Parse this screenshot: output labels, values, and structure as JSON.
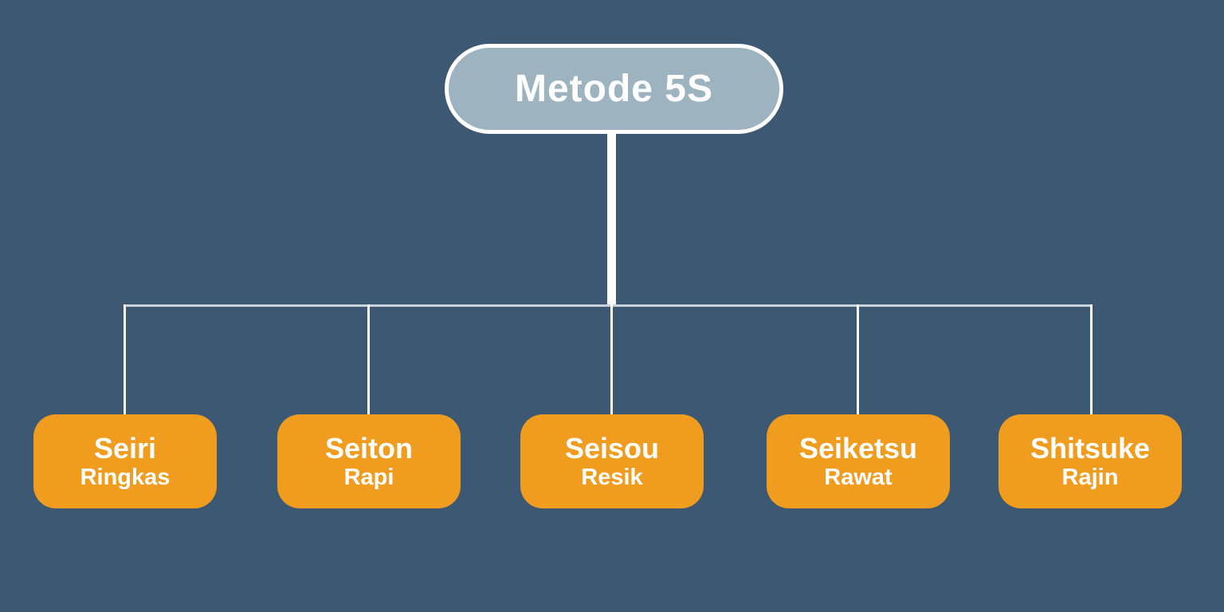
{
  "colors": {
    "background": "#3d5872",
    "node-fill": "#f09c1e",
    "root-fill": "#9db3c0",
    "line-strong": "#ffffff",
    "line-soft": "#c7d2da",
    "text": "#ffffff"
  },
  "diagram": {
    "root_label": "Metode 5S",
    "children": [
      {
        "name": "Seiri",
        "label": "Ringkas"
      },
      {
        "name": "Seiton",
        "label": "Rapi"
      },
      {
        "name": "Seisou",
        "label": "Resik"
      },
      {
        "name": "Seiketsu",
        "label": "Rawat"
      },
      {
        "name": "Shitsuke",
        "label": "Rajin"
      }
    ]
  }
}
